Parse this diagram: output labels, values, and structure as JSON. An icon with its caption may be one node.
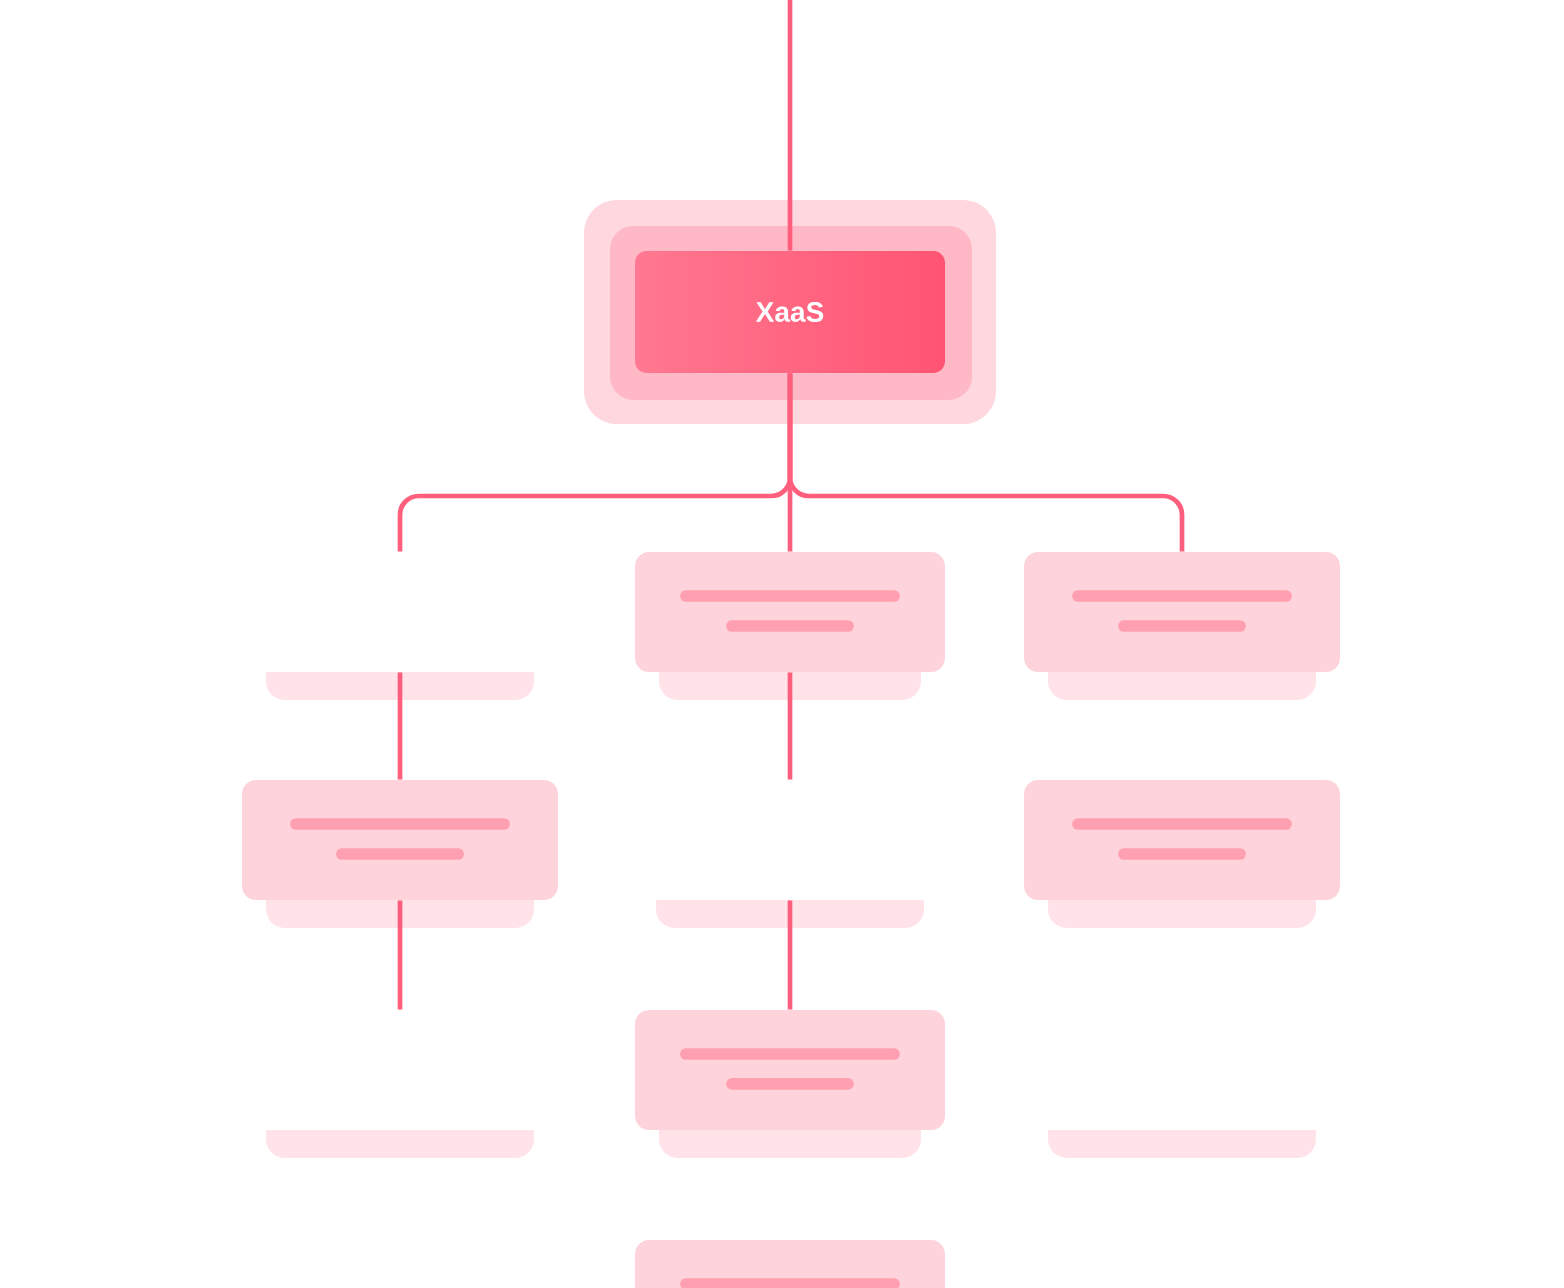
{
  "diagram": {
    "nodes": [
      {
        "text": [
          "XaaS"
        ]
      },
      {
        "text": [],
        "shape": "box"
      },
      {
        "text": [],
        "shape": "box"
      },
      {
        "text": [],
        "shape": "box"
      },
      {
        "text": [],
        "shape": "box"
      },
      {
        "text": [],
        "shape": "box"
      },
      {
        "text": [],
        "shape": "box"
      },
      {
        "text": [],
        "shape": "box"
      },
      {
        "text": [],
        "shape": "box"
      },
      {
        "text": [],
        "shape": "box"
      },
      {
        "text": [],
        "shape": "box"
      }
    ],
    "edges": [
      {
        "from": null,
        "to": 0,
        "arrow": "none"
      },
      {
        "from": 0,
        "to": 1,
        "arrow": "none"
      },
      {
        "from": 0,
        "to": 2,
        "arrow": "none"
      },
      {
        "from": 0,
        "to": 3,
        "arrow": "none"
      },
      {
        "from": 1,
        "to": 4,
        "arrow": "none"
      },
      {
        "from": 2,
        "to": 5,
        "arrow": "none"
      },
      {
        "from": 4,
        "to": 7,
        "arrow": "none"
      },
      {
        "from": 5,
        "to": 8,
        "arrow": "none"
      }
    ]
  }
}
